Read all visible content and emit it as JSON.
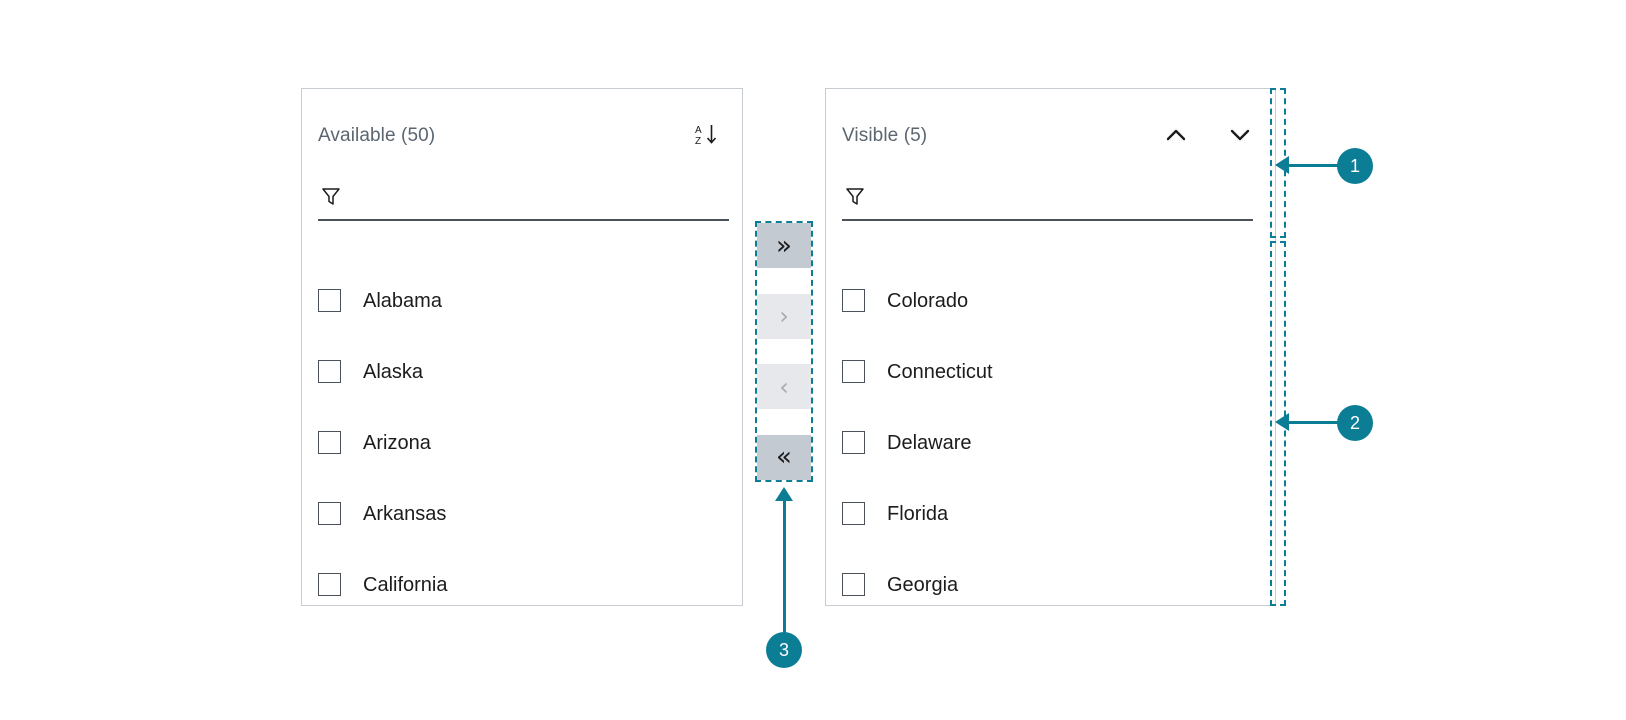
{
  "available_panel": {
    "title": "Available (50)",
    "sort_icon": "sort-az-descending-icon",
    "filter": {
      "value": "",
      "placeholder": "",
      "icon": "funnel-filter-icon"
    },
    "items": [
      {
        "label": "Alabama",
        "checked": false
      },
      {
        "label": "Alaska",
        "checked": false
      },
      {
        "label": "Arizona",
        "checked": false
      },
      {
        "label": "Arkansas",
        "checked": false
      },
      {
        "label": "California",
        "checked": false
      }
    ]
  },
  "visible_panel": {
    "title": "Visible (5)",
    "move_up_icon": "chevron-up-icon",
    "move_down_icon": "chevron-down-icon",
    "filter": {
      "value": "",
      "placeholder": "",
      "icon": "funnel-filter-icon"
    },
    "items": [
      {
        "label": "Colorado",
        "checked": false
      },
      {
        "label": "Connecticut",
        "checked": false
      },
      {
        "label": "Delaware",
        "checked": false
      },
      {
        "label": "Florida",
        "checked": false
      },
      {
        "label": "Georgia",
        "checked": false
      }
    ]
  },
  "transfer_buttons": [
    {
      "glyph": "»",
      "icon": "move-all-right-icon",
      "state": "enabled"
    },
    {
      "glyph": "›",
      "icon": "move-right-icon",
      "state": "disabled"
    },
    {
      "glyph": "‹",
      "icon": "move-left-icon",
      "state": "disabled"
    },
    {
      "glyph": "«",
      "icon": "move-all-left-icon",
      "state": "enabled"
    }
  ],
  "annotations": [
    {
      "number": "1"
    },
    {
      "number": "2"
    },
    {
      "number": "3"
    }
  ],
  "colors": {
    "accent": "#0b7d95",
    "panel_border": "#c8cdd4",
    "title_text": "#5b6670",
    "item_text": "#1c1c1c",
    "button_enabled": "#c4cad1",
    "button_disabled": "#e6e8eb",
    "underline": "#4a5159"
  }
}
